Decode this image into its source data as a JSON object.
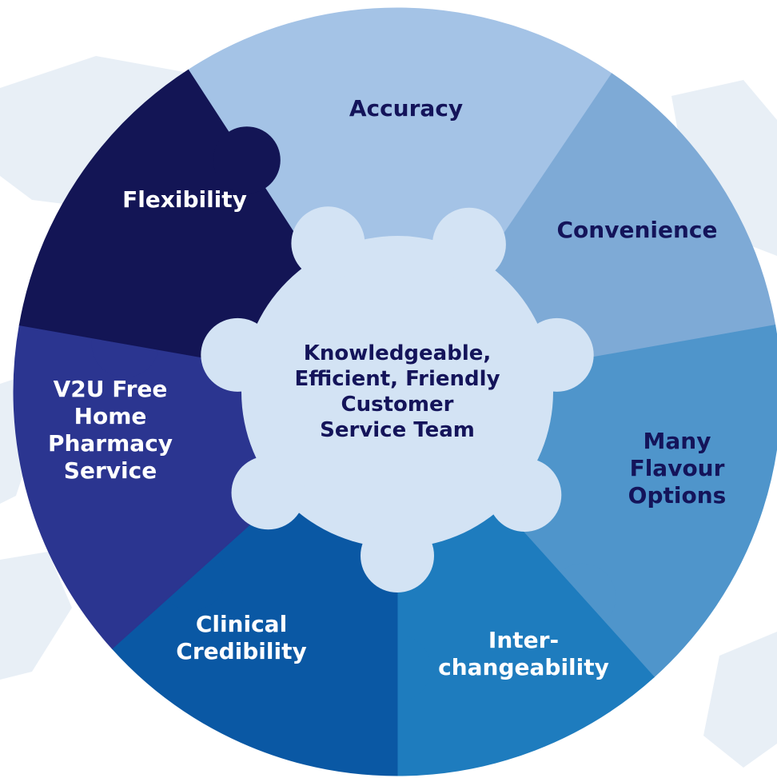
{
  "diagram": {
    "segments": [
      {
        "id": "accuracy",
        "label": "Accuracy",
        "color": "#a4c3e6",
        "text_color": "#14145a"
      },
      {
        "id": "convenience",
        "label": "Convenience",
        "color": "#7eaad6",
        "text_color": "#14145a"
      },
      {
        "id": "flavour",
        "label": "Many\nFlavour\nOptions",
        "color": "#4f95cb",
        "text_color": "#14145a"
      },
      {
        "id": "interchange",
        "label": "Inter-\nchangeability",
        "color": "#1e7cbe",
        "text_color": "#ffffff"
      },
      {
        "id": "clinical",
        "label": "Clinical\nCredibility",
        "color": "#0a58a4",
        "text_color": "#ffffff"
      },
      {
        "id": "v2u",
        "label": "V2U Free\nHome\nPharmacy\nService",
        "color": "#2b3590",
        "text_color": "#ffffff"
      },
      {
        "id": "flexibility",
        "label": "Flexibility",
        "color": "#131555",
        "text_color": "#ffffff"
      }
    ],
    "center": {
      "label": "Knowledgeable,\nEfficient, Friendly\nCustomer\nService Team",
      "color": "#d3e3f4",
      "text_color": "#14145a"
    },
    "background": {
      "map_color": "#e6edf5"
    }
  }
}
